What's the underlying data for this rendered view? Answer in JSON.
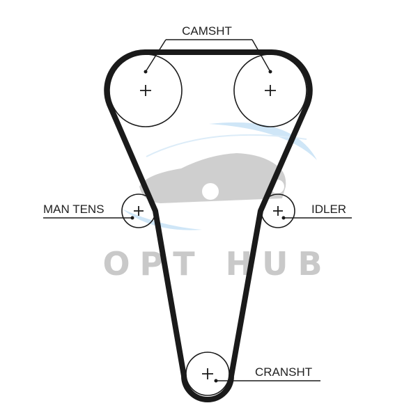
{
  "labels": {
    "camshaft": "CAMSHT",
    "manual_tensioner": "MAN TENS",
    "idler": "IDLER",
    "crankshaft": "CRANSHT"
  },
  "watermark": "OPT HUB",
  "colors": {
    "belt": "#1a1a1a",
    "watermark_gray": "#c9c9c9",
    "watermark_blue": "#cfe6f7"
  }
}
